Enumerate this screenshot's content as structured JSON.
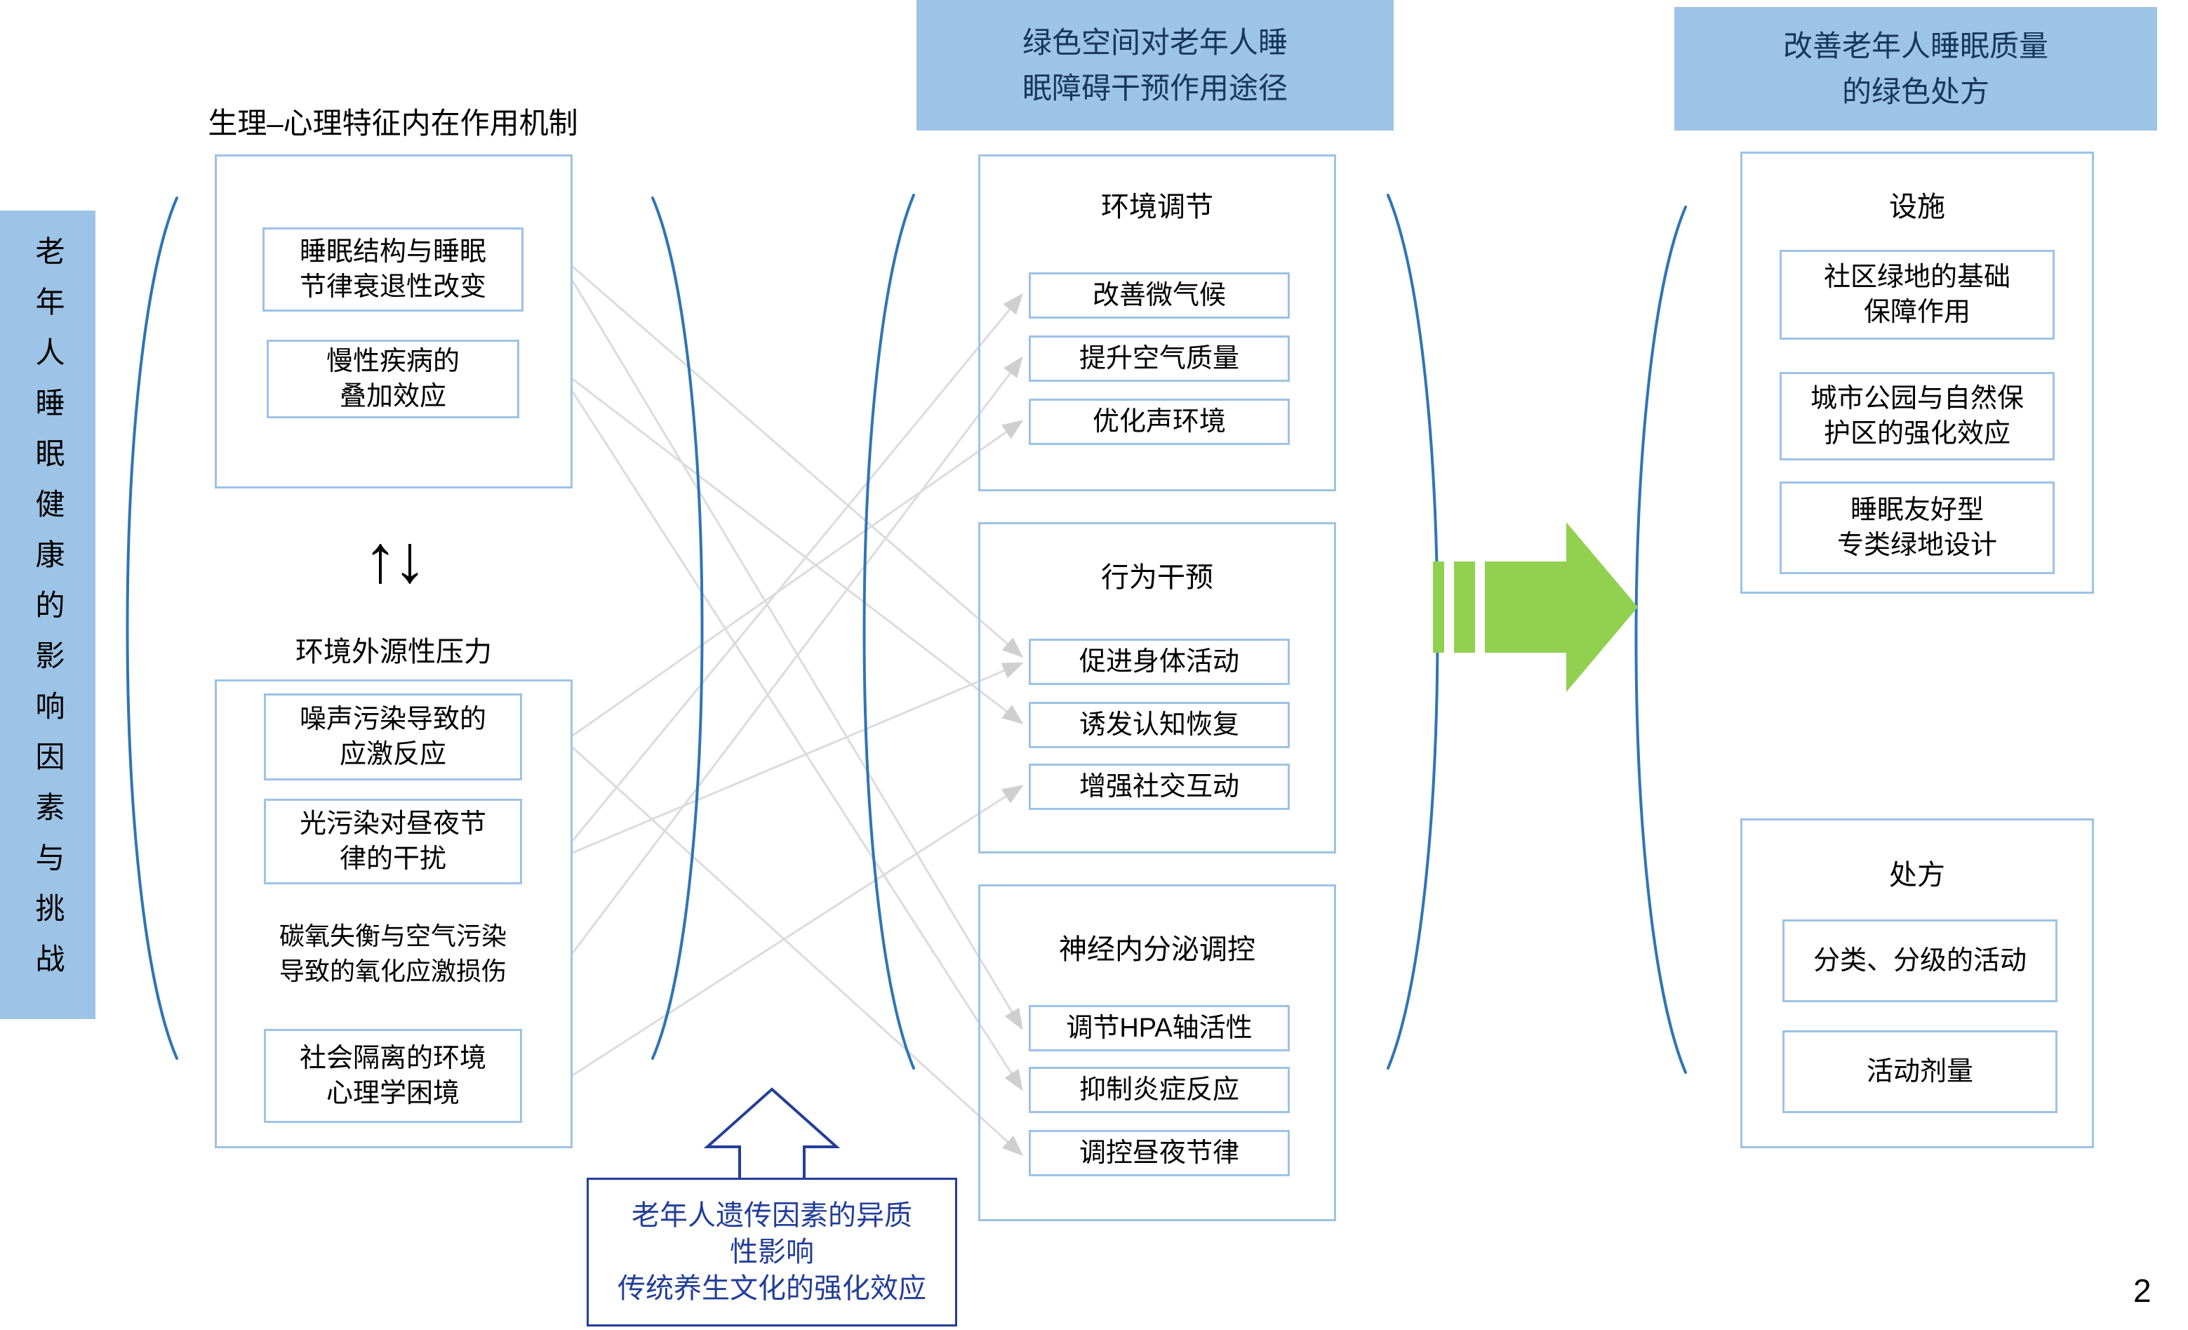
{
  "colors": {
    "header_bg": "#9DC3E6",
    "light_blue_border": "#9DC3E6",
    "brace_blue": "#2E75B6",
    "dark_blue": "#233E99",
    "green_arrow": "#92D050",
    "connector_gray": "#DCDCDC"
  },
  "left_bar": {
    "text": "老年人睡眠健康的影响因素与挑战"
  },
  "left": {
    "physio_title": "生理–心理特征内在作用机制",
    "physio_items": [
      "睡眠结构与睡眠\n节律衰退性改变",
      "慢性疾病的\n叠加效应"
    ],
    "updown_arrows": "↑↓",
    "stress_title": "环境外源性压力",
    "stress_items": [
      "噪声污染导致的\n应激反应",
      "光污染对昼夜节\n律的干扰",
      "碳氧失衡与空气污染\n导致的氧化应激损伤",
      "社会隔离的环境\n心理学困境"
    ],
    "genetic_note": "老年人遗传因素的异质\n性影响\n传统养生文化的强化效应"
  },
  "middle": {
    "header": "绿色空间对老年人睡\n眠障碍干预作用途径",
    "groups": [
      {
        "title": "环境调节",
        "items": [
          "改善微气候",
          "提升空气质量",
          "优化声环境"
        ]
      },
      {
        "title": "行为干预",
        "items": [
          "促进身体活动",
          "诱发认知恢复",
          "增强社交互动"
        ]
      },
      {
        "title": "神经内分泌调控",
        "items": [
          "调节HPA轴活性",
          "抑制炎症反应",
          "调控昼夜节律"
        ]
      }
    ]
  },
  "right": {
    "header": "改善老年人睡眠质量\n的绿色处方",
    "groups": [
      {
        "title": "设施",
        "items": [
          "社区绿地的基础\n保障作用",
          "城市公园与自然保\n护区的强化效应",
          "睡眠友好型\n专类绿地设计"
        ]
      },
      {
        "title": "处方",
        "items": [
          "分类、分级的活动",
          "活动剂量"
        ]
      }
    ]
  },
  "page_number": "2"
}
